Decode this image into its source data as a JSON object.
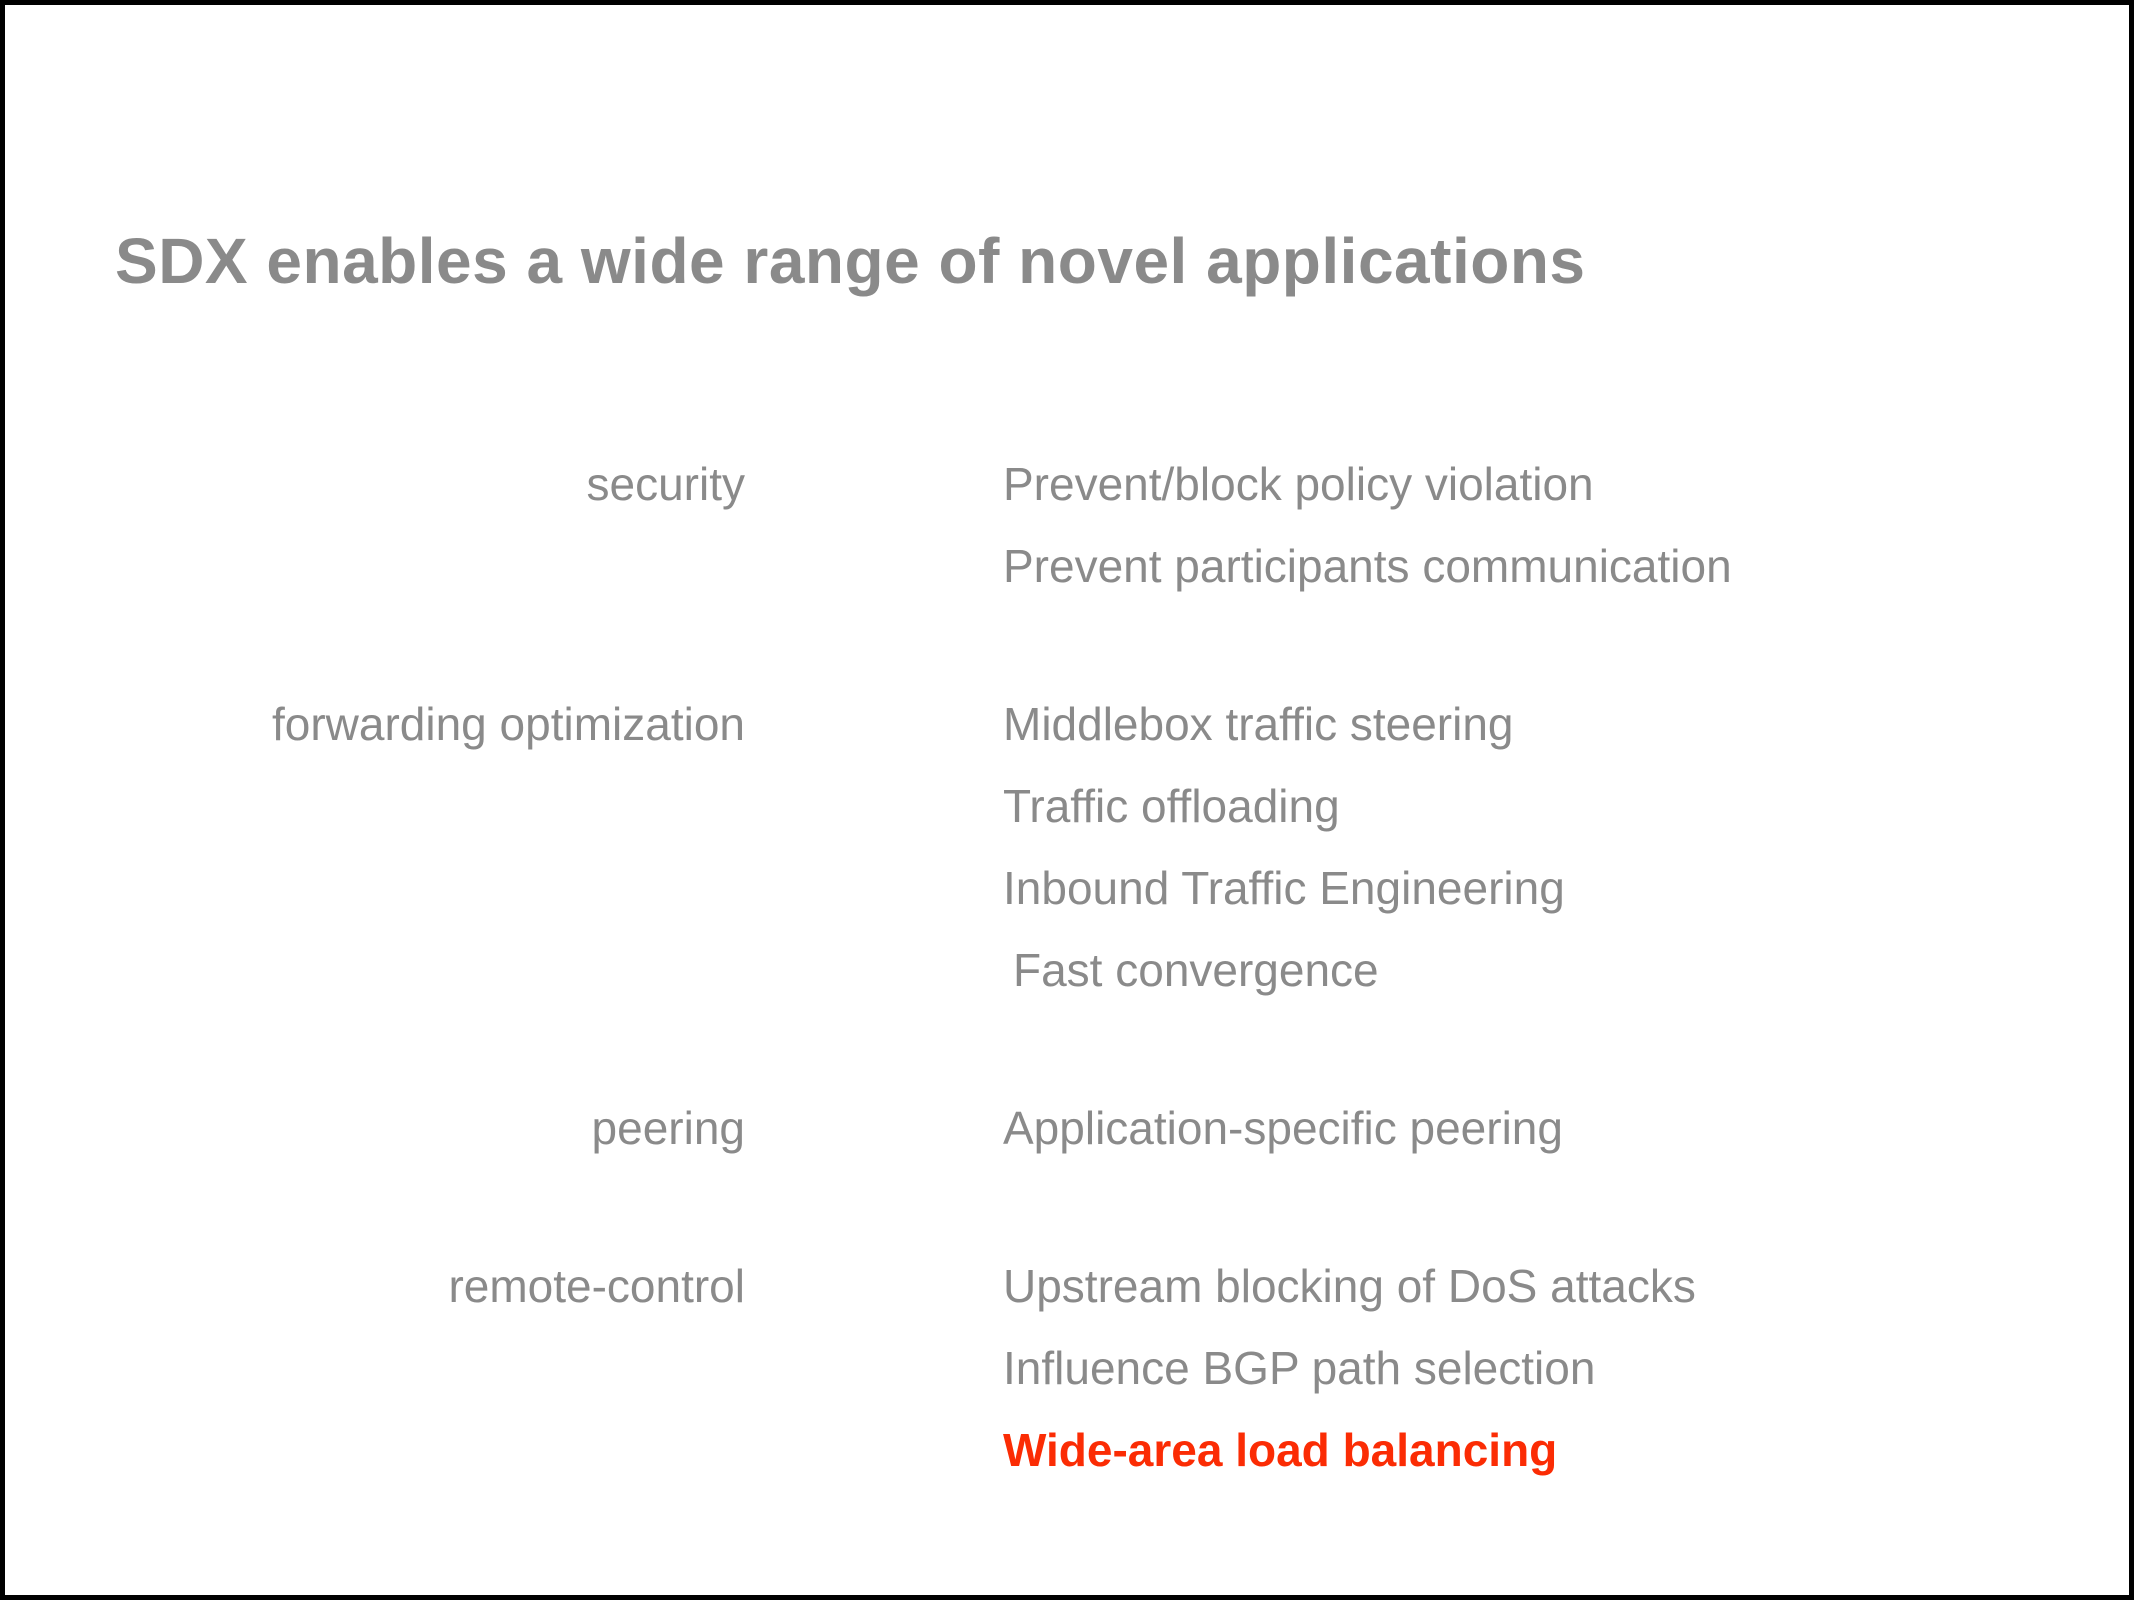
{
  "slide": {
    "title": "SDX enables a wide range of novel applications"
  },
  "groups": [
    {
      "label": "security",
      "items": [
        {
          "text": "Prevent/block policy violation"
        },
        {
          "text": "Prevent participants communication"
        }
      ]
    },
    {
      "label": "forwarding optimization",
      "items": [
        {
          "text": "Middlebox traffic steering"
        },
        {
          "text": "Traffic offloading"
        },
        {
          "text": "Inbound Traffic Engineering"
        },
        {
          "text": "Fast convergence"
        }
      ]
    },
    {
      "label": "peering",
      "items": [
        {
          "text": "Application-specific peering"
        }
      ]
    },
    {
      "label": "remote-control",
      "items": [
        {
          "text": "Upstream blocking of DoS attacks"
        },
        {
          "text": "Influence BGP path selection"
        },
        {
          "text": "Wide-area load balancing",
          "highlight": true
        }
      ]
    }
  ],
  "colors": {
    "text_gray": "#8a8a8a",
    "highlight_red": "#fb2c04",
    "frame_black": "#000000",
    "background": "#ffffff"
  }
}
